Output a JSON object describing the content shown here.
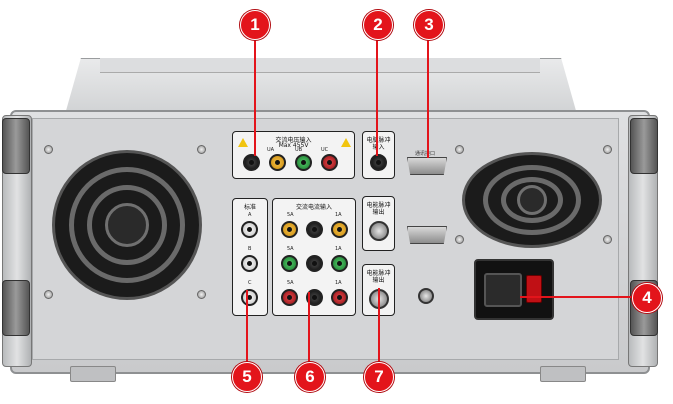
{
  "callouts": [
    "1",
    "2",
    "3",
    "4",
    "5",
    "6",
    "7"
  ],
  "modules": {
    "ac_voltage": {
      "title": "交流电压输入",
      "max": "Max 455V",
      "labels": [
        "UA",
        "UB",
        "UC"
      ]
    },
    "timer_in": {
      "title": "电脑脉冲",
      "sub": "输入"
    },
    "serial_port": {
      "title": "通讯接口"
    },
    "pulse_out": {
      "title": "电能脉冲",
      "sub": "输出"
    },
    "aux_out": {
      "title": "电能脉冲",
      "sub": "输出"
    },
    "standard": {
      "title": "标准",
      "labels": [
        "A",
        "B",
        "C"
      ]
    },
    "ac_current": {
      "title": "交流电流输入",
      "labels": [
        "5A",
        "1A",
        "5A",
        "1A",
        "5A",
        "1A"
      ]
    }
  },
  "colors": {
    "callout": "#e3141b"
  }
}
